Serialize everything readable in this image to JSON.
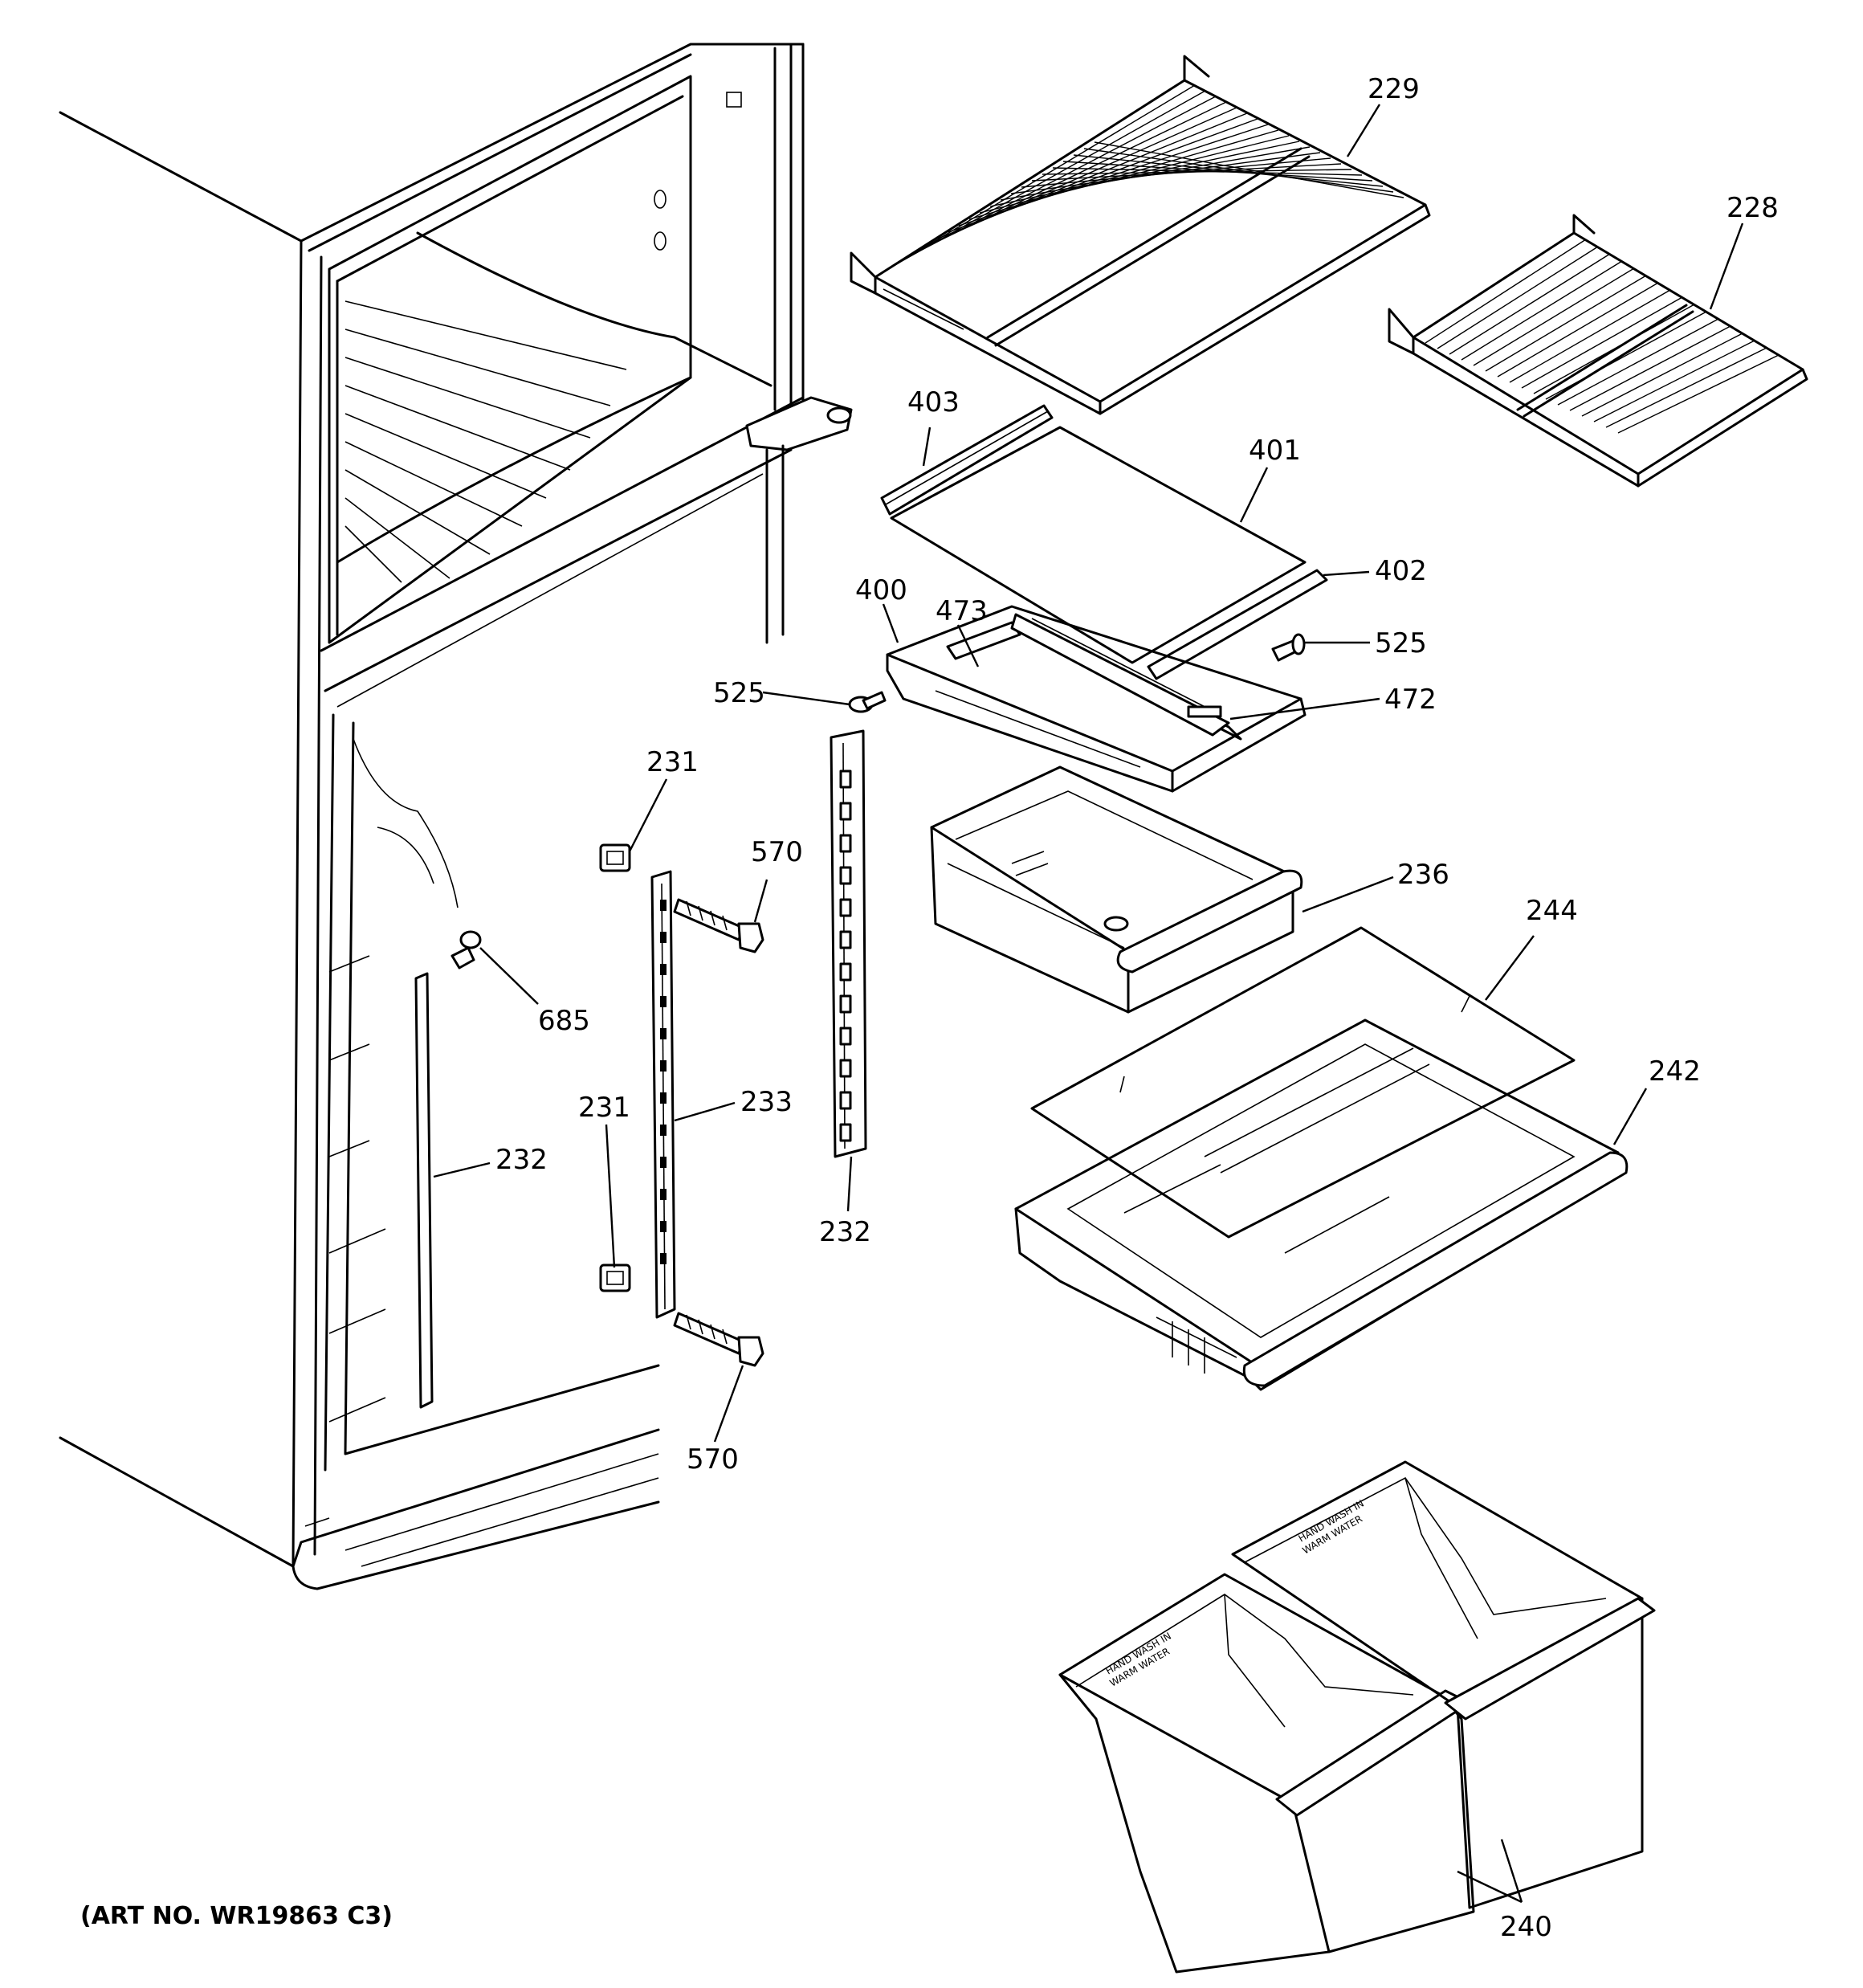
{
  "diagram": {
    "art_number": "(ART NO. WR19863 C3)",
    "callouts": {
      "c229": "229",
      "c228": "228",
      "c403": "403",
      "c401": "401",
      "c402": "402",
      "c400": "400",
      "c473": "473",
      "c525a": "525",
      "c525b": "525",
      "c472": "472",
      "c231a": "231",
      "c570a": "570",
      "c236": "236",
      "c244": "244",
      "c685": "685",
      "c242": "242",
      "c231b": "231",
      "c233": "233",
      "c232a": "232",
      "c232b": "232",
      "c570b": "570",
      "c240": "240"
    }
  }
}
